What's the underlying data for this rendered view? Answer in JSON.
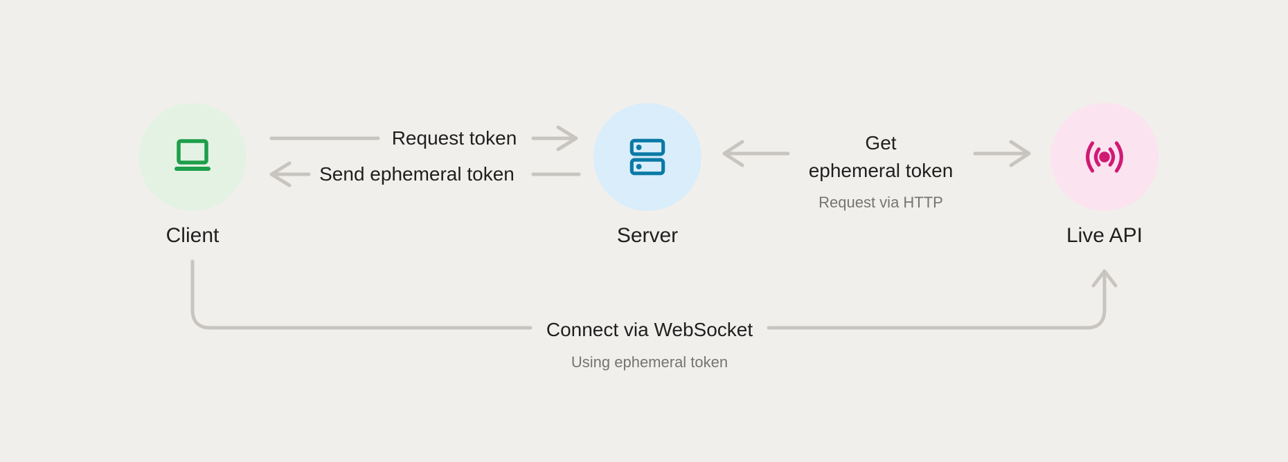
{
  "nodes": {
    "client": {
      "label": "Client"
    },
    "server": {
      "label": "Server"
    },
    "live_api": {
      "label": "Live API"
    }
  },
  "edges": {
    "request_token": {
      "label": "Request token",
      "from": "client",
      "to": "server"
    },
    "send_ephemeral_token": {
      "label": "Send ephemeral token",
      "from": "server",
      "to": "client"
    },
    "get_ephemeral_token": {
      "label": "Get\nephemeral token",
      "sublabel": "Request via HTTP",
      "from": "server",
      "to": "live_api"
    },
    "connect_websocket": {
      "label": "Connect via WebSocket",
      "sublabel": "Using ephemeral token",
      "from": "client",
      "to": "live_api"
    }
  },
  "icons": {
    "client": "laptop-icon",
    "server": "server-stack-icon",
    "live_api": "live-broadcast-icon"
  },
  "colors": {
    "background": "#f1efec",
    "text": "#1f1f1f",
    "muted_text": "#767471",
    "arrow": "#c8c5c1",
    "client_accent": "#1e9e4a",
    "client_circle": "#e4f2e4",
    "server_accent": "#0b7aa6",
    "server_circle": "#d9edfa",
    "live_api_accent": "#d01a74",
    "live_api_circle": "#fbe3ef"
  }
}
